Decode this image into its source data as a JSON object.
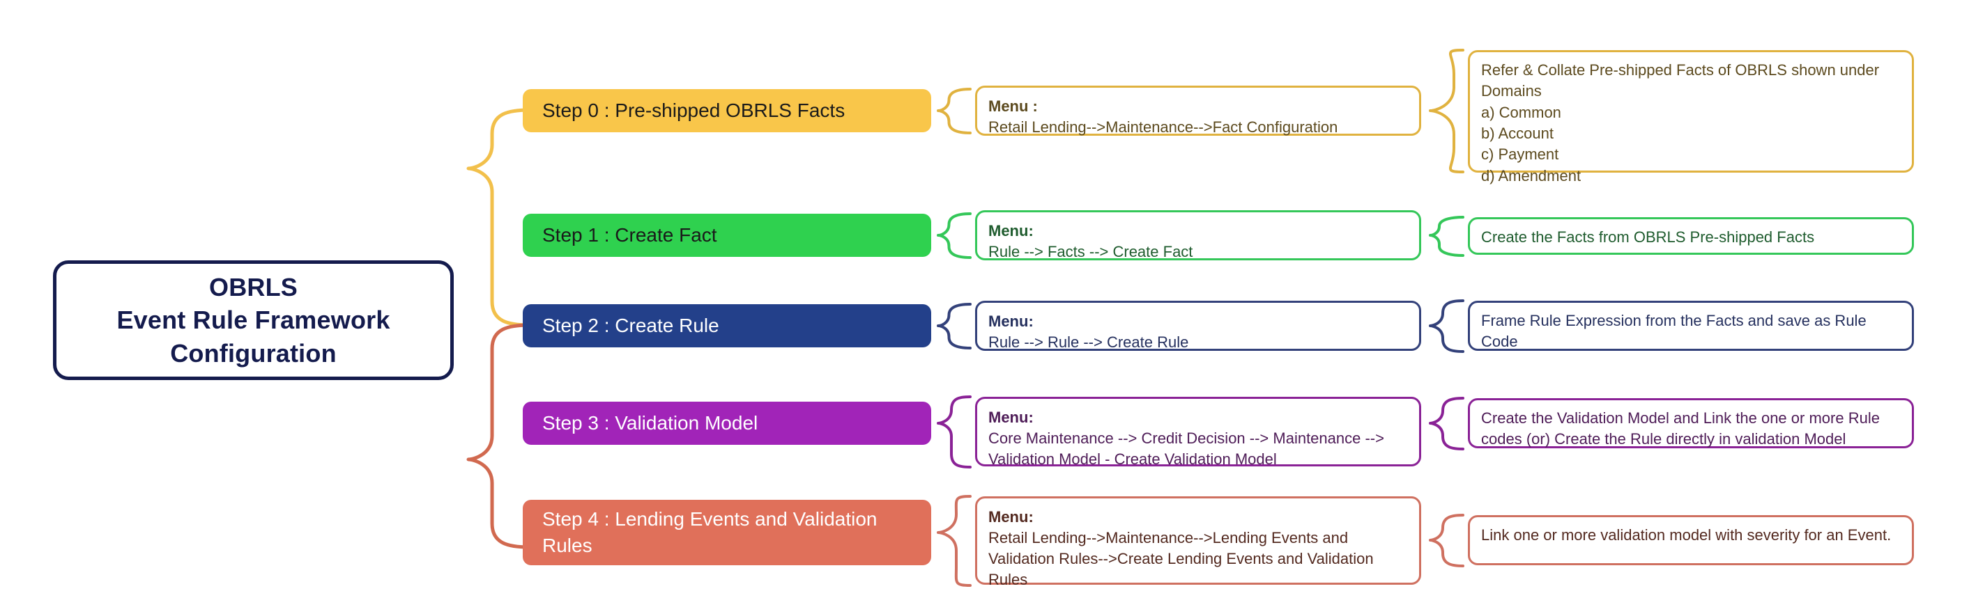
{
  "root": {
    "lines": [
      "OBRLS",
      "Event Rule Framework",
      "Configuration"
    ],
    "border_color": "#141b4d",
    "text_color": "#141b4d"
  },
  "connector_braces": {
    "upper_group_color": "#f2c04b",
    "lower_group_color": "#d1694f"
  },
  "steps": [
    {
      "id": "step-0",
      "label": "Step 0 : Pre-shipped OBRLS Facts",
      "fill": "#f9c64a",
      "text_color": "#1a1a1a",
      "accent": "#e0b23f",
      "menu": {
        "title": "Menu :",
        "path": "Retail Lending-->Maintenance-->Fact Configuration",
        "text_color": "#5c4a1e"
      },
      "description": "Refer & Collate Pre-shipped Facts of OBRLS shown under Domains\na) Common\nb) Account\nc) Payment\nd) Amendment"
    },
    {
      "id": "step-1",
      "label": "Step 1 : Create Fact",
      "fill": "#2fd14f",
      "text_color": "#1a1a1a",
      "accent": "#34c759",
      "menu": {
        "title": "Menu:",
        "path": "Rule --> Facts --> Create Fact",
        "text_color": "#1f5c2e"
      },
      "description": "Create the Facts from OBRLS Pre-shipped Facts"
    },
    {
      "id": "step-2",
      "label": "Step 2 : Create Rule",
      "fill": "#23408a",
      "text_color": "#ffffff",
      "accent": "#33417a",
      "menu": {
        "title": "Menu:",
        "path": "Rule --> Rule --> Create Rule",
        "text_color": "#25305e"
      },
      "description": "Frame Rule Expression from the Facts and save as Rule Code"
    },
    {
      "id": "step-3",
      "label": "Step 3 : Validation Model",
      "fill": "#a124b8",
      "text_color": "#ffffff",
      "accent": "#8a2296",
      "menu": {
        "title": "Menu:",
        "path": "Core Maintenance --> Credit Decision --> Maintenance --> Validation Model - Create Validation Model",
        "text_color": "#4e1c57"
      },
      "description": "Create the Validation Model and Link the one or more Rule codes (or) Create the Rule directly in validation Model"
    },
    {
      "id": "step-4",
      "label": "Step 4 : Lending Events and Validation Rules",
      "fill": "#e0705a",
      "text_color": "#ffffff",
      "accent": "#cf7060",
      "menu": {
        "title": "Menu:",
        "path": "Retail Lending-->Maintenance-->Lending Events and Validation Rules-->Create Lending Events and Validation Rules",
        "text_color": "#53291f"
      },
      "description": "Link one or more validation model with severity for an Event."
    }
  ]
}
